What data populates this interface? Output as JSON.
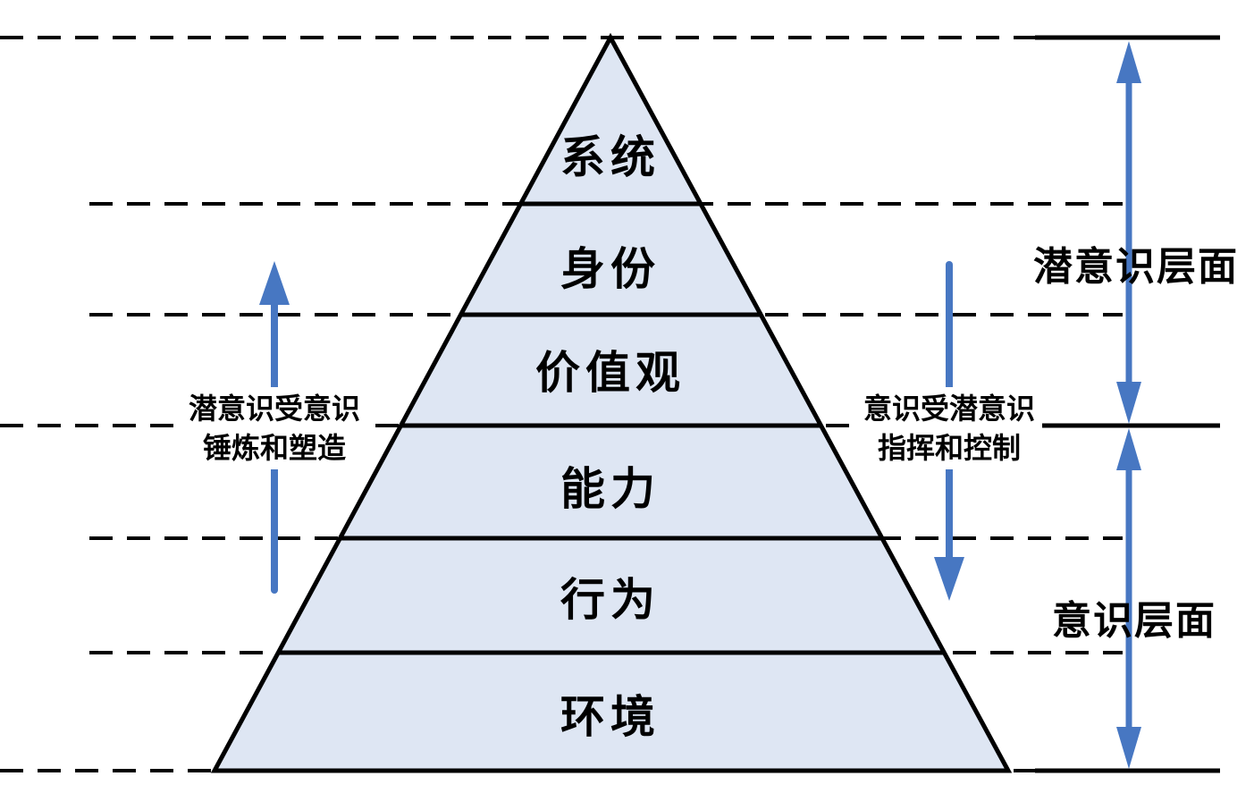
{
  "pyramid": {
    "levels": [
      {
        "label": "系统"
      },
      {
        "label": "身份"
      },
      {
        "label": "价值观"
      },
      {
        "label": "能力"
      },
      {
        "label": "行为"
      },
      {
        "label": "环境"
      }
    ]
  },
  "notes": {
    "left": {
      "line1": "潜意识受意识",
      "line2": "锤炼和塑造"
    },
    "right": {
      "line1": "意识受潜意识",
      "line2": "指挥和控制"
    }
  },
  "zones": {
    "subconscious": "潜意识层面",
    "conscious": "意识层面"
  },
  "colors": {
    "pyramid_fill": "#dee6f3",
    "line_black": "#000000",
    "arrow_blue": "#4777c2"
  }
}
